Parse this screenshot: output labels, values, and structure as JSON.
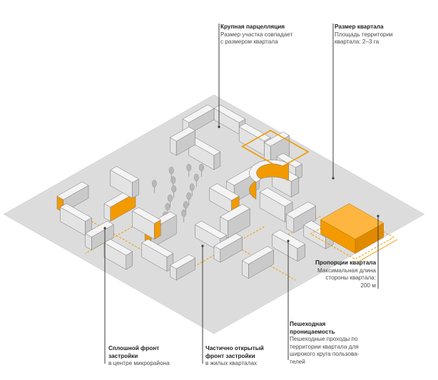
{
  "diagram": {
    "accent_color": "#f29a00",
    "ground_color": "#dcdcdc",
    "building_colors": {
      "top": "#f4f4f4",
      "left": "#e3e3e3",
      "right": "#cacaca"
    },
    "line_color": "#3c3c3c"
  },
  "annotations": {
    "large_parcel": {
      "title": "Крупная парцелляция",
      "text": "Размер участка совпадает\nс размером квартала"
    },
    "block_size": {
      "title": "Размер квартала",
      "text": "Площадь территории\nквартала: 2–3 га"
    },
    "block_proportions": {
      "title": "Пропорции квартала",
      "text": "Максимальная длина\nстороны квартала:\n200 м"
    },
    "pedestrian": {
      "title": "Пешеходная\nпроницаемость",
      "text": "Пешеходные проходы по\nтерритории квартала для\nширокого круга пользова-\nтелей"
    },
    "solid_front": {
      "title": "Сплошной фронт\nзастройки",
      "text": "в центре микрорайона"
    },
    "partial_front": {
      "title": "Частично открытый\nфронт застройки",
      "text": "в жилых кварталах"
    }
  }
}
